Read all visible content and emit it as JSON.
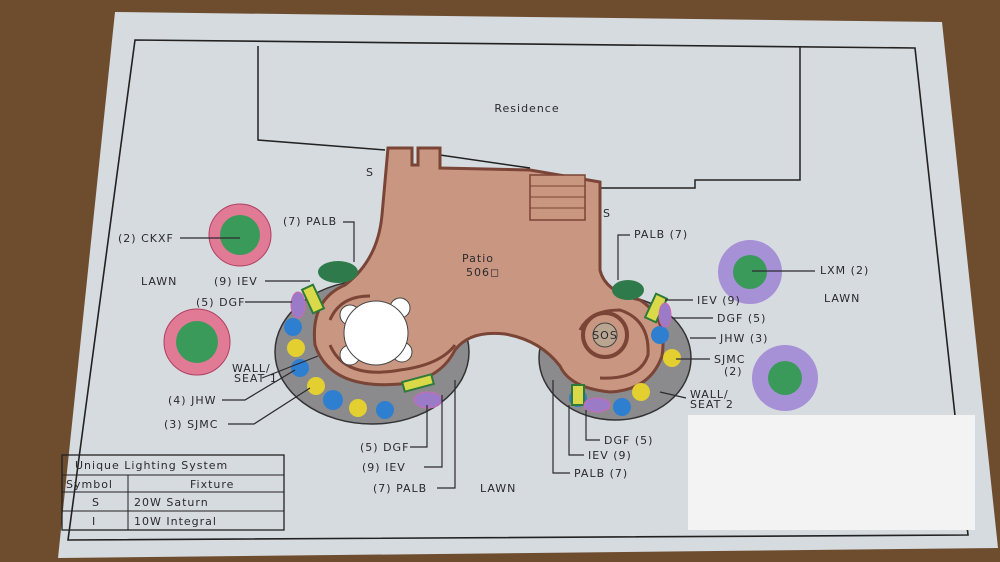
{
  "plan": {
    "residence_label": "Residence",
    "patio_label": "Patio",
    "patio_area": "506◻",
    "fire_pit_label": "SOS",
    "spigot_left": "S",
    "spigot_right": "S",
    "lawn_label": "LAWN"
  },
  "callouts_left": {
    "ckxf": "(2) CKXF",
    "palb": "(7) PALB",
    "iev": "(9) IEV",
    "dgf": "(5) DGF",
    "wall1": "WALL/",
    "wall1b": "SEAT 1",
    "jhw": "(4) JHW",
    "sjmc": "(3) SJMC",
    "dgf_bottom": "(5) DGF",
    "iev_bottom": "(9) IEV",
    "palb_bottom": "(7) PALB"
  },
  "callouts_right": {
    "palb": "PALB (7)",
    "lxm": "LXM (2)",
    "iev": "IEV (9)",
    "dgf": "DGF (5)",
    "jhw": "JHW (3)",
    "sjmc": "SJMC",
    "sjmc_count": "(2)",
    "wall2": "WALL/",
    "wall2b": "SEAT 2",
    "dgf_bottom": "DGF (5)",
    "iev_bottom": "IEV (9)",
    "palb_bottom": "PALB (7)"
  },
  "legend": {
    "title": "Unique Lighting System",
    "headers": [
      "Symbol",
      "Fixture"
    ],
    "rows": [
      {
        "symbol": "S",
        "fixture": "20W Saturn"
      },
      {
        "symbol": "I",
        "fixture": "10W Integral"
      }
    ]
  },
  "colors": {
    "patio": "#c99781",
    "patio_border": "#7a4436",
    "bed": "#8a8a8c",
    "ckxf": "#e07a95",
    "lxm": "#a690d6",
    "plant_green": "#3a9a5a",
    "jhw": "#2f7fd0",
    "sjmc": "#e3cf30"
  }
}
